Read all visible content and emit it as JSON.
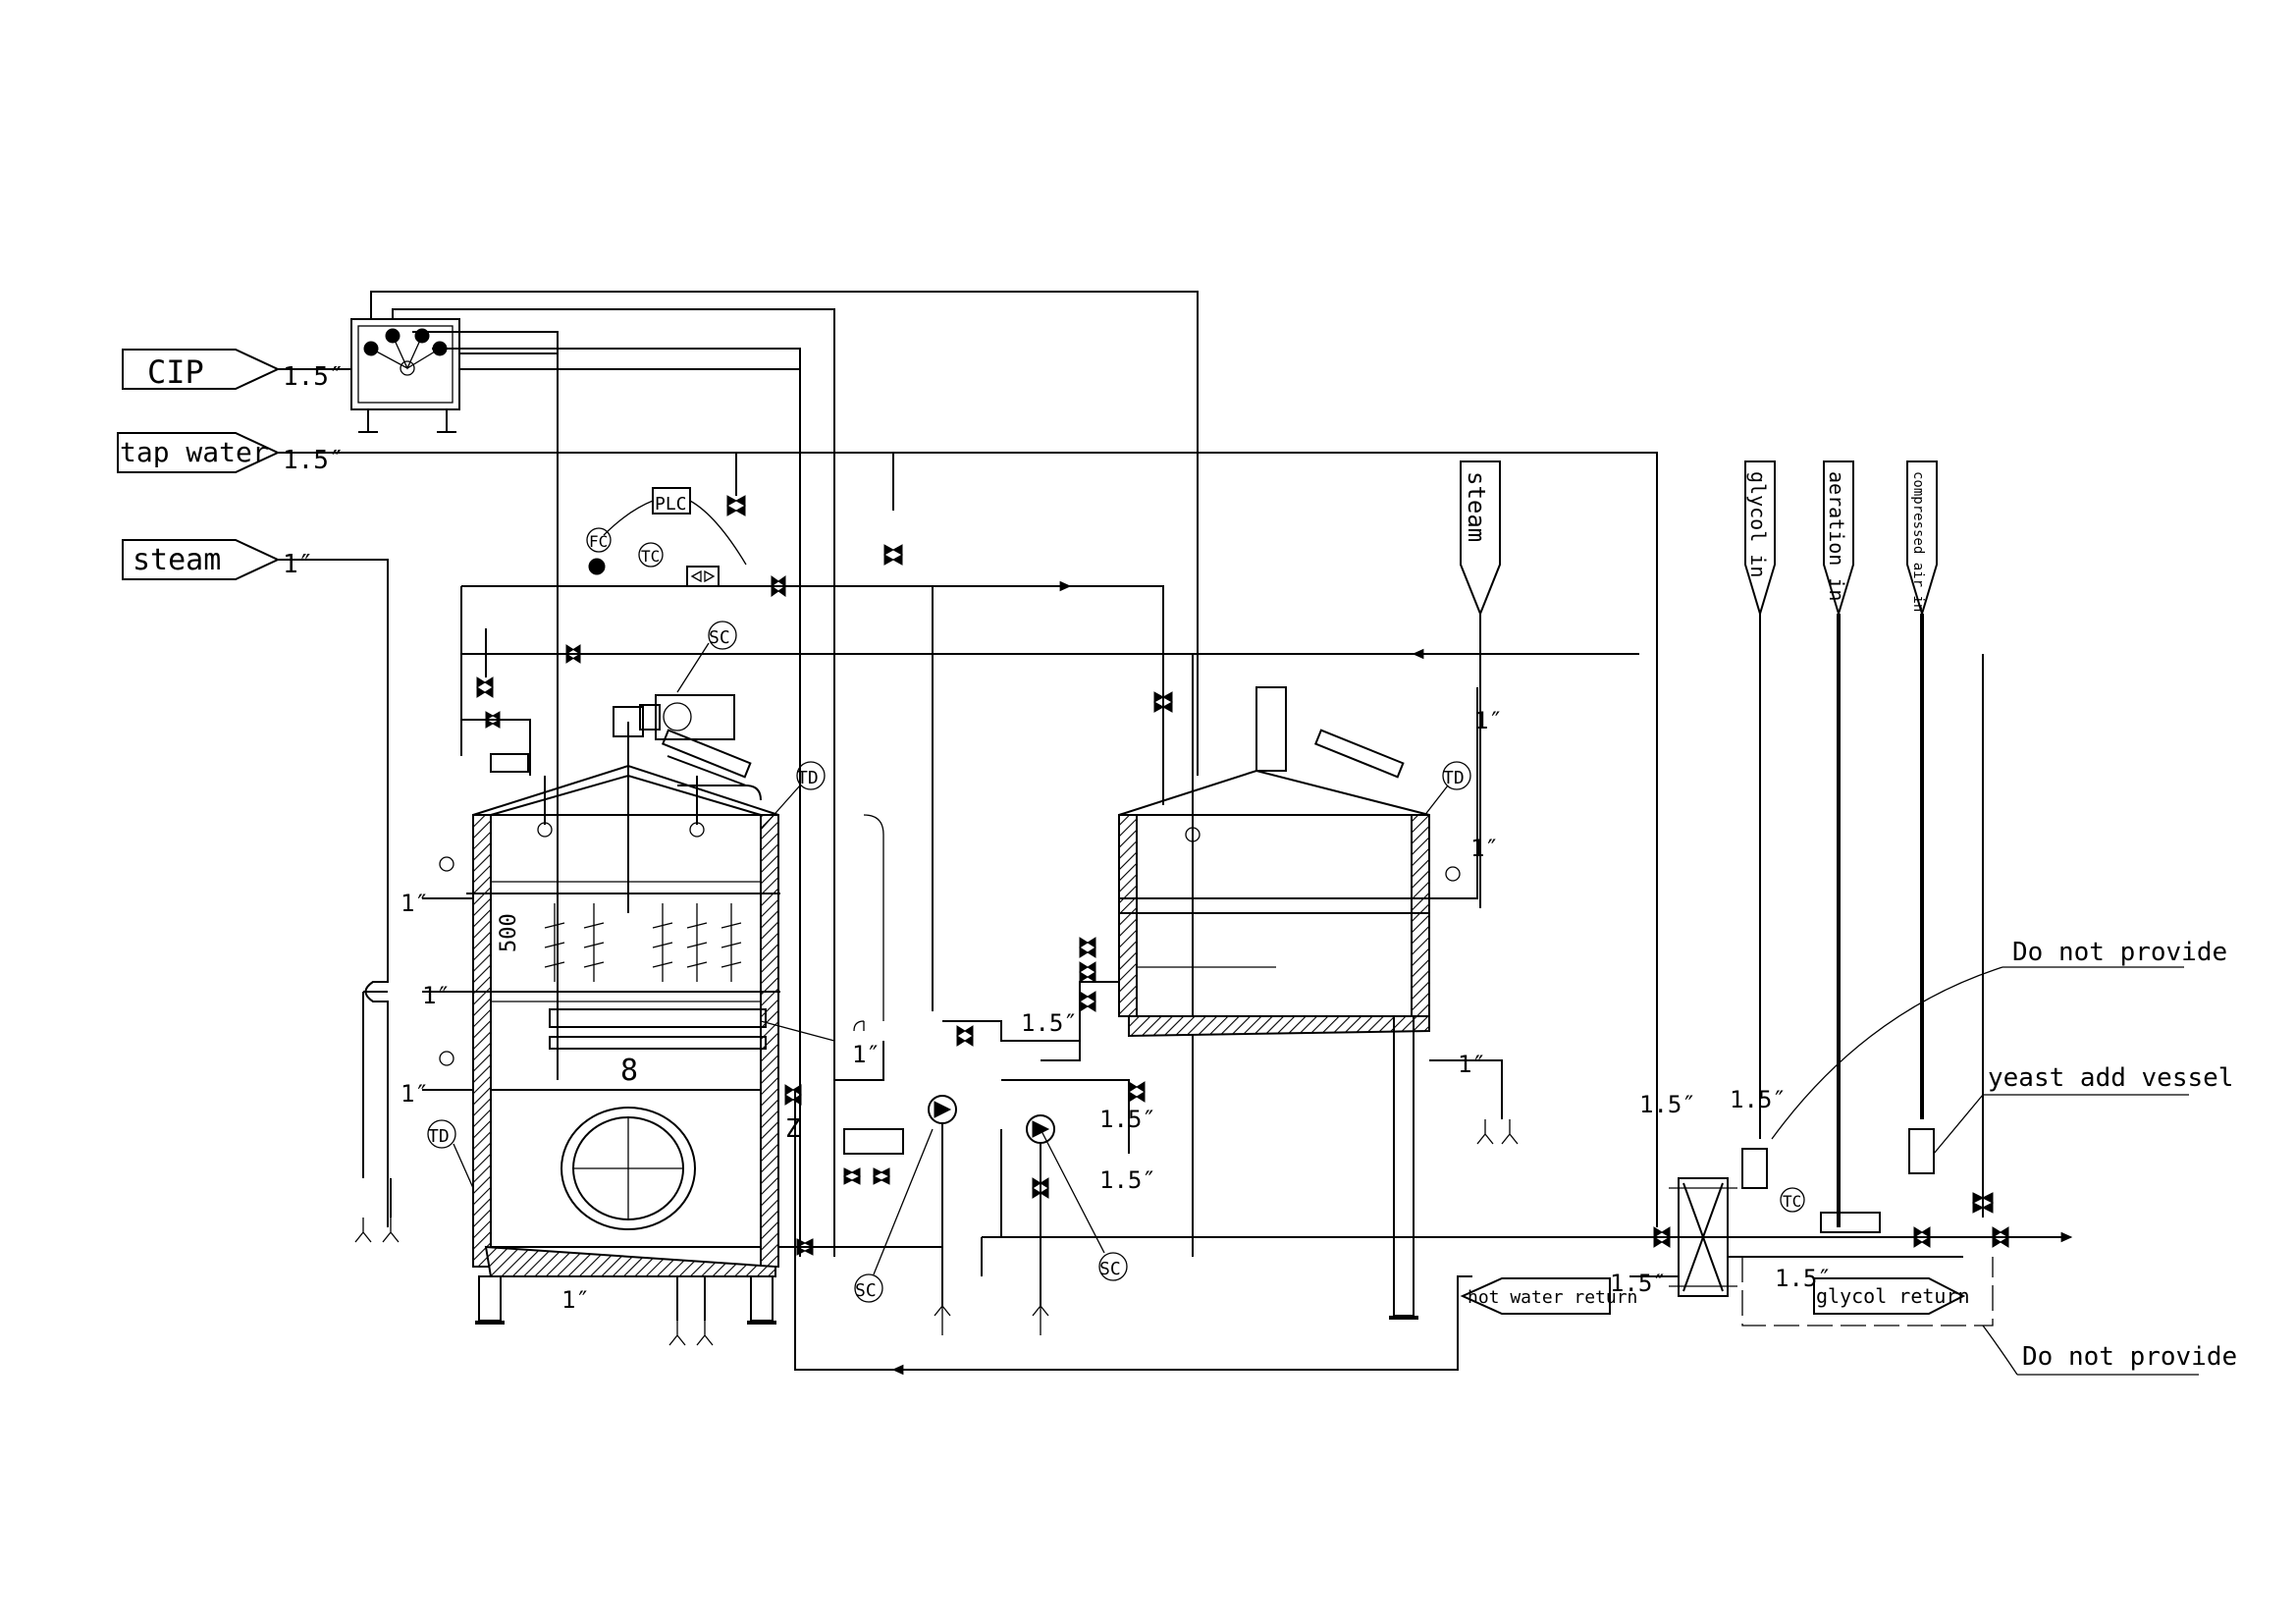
{
  "colors": {
    "line": "#000000",
    "background": "#ffffff"
  },
  "inputs": {
    "cip": {
      "label": "CIP",
      "size": "1.5″"
    },
    "tap_water": {
      "label": "tap water",
      "size": "1.5″"
    },
    "steam": {
      "label": "steam",
      "size": "1″"
    }
  },
  "vertical_inlets": {
    "steam": "steam",
    "glycol": "glycol in",
    "aeration": "aeration in",
    "compressed_air": "compressed air in"
  },
  "controls": {
    "plc": "PLC",
    "fc": "FC",
    "tc_top": "TC",
    "tc_right": "TC"
  },
  "markers": {
    "sc": "SC",
    "td": "TD"
  },
  "sizes": {
    "s1": "1″",
    "s1_5": "1.5″",
    "dim_500": "500",
    "eight": "8",
    "zed": "Z"
  },
  "outputs": {
    "hot_water_return": "hot water return",
    "glycol_return": "glycol return"
  },
  "notes": {
    "do_not_provide_1": "Do not provide",
    "yeast_add_vessel": "yeast add vessel",
    "do_not_provide_2": "Do not provide"
  }
}
